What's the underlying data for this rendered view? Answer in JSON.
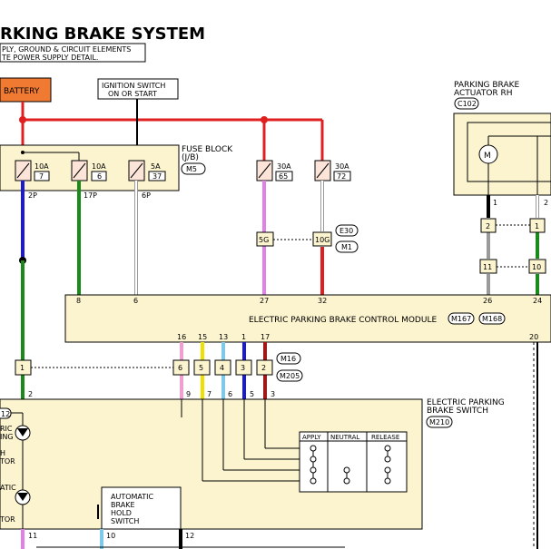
{
  "title": "RKING BRAKE SYSTEM",
  "note_lines": [
    "PLY, GROUND & CIRCUIT ELEMENTS",
    "TE POWER SUPPLY DETAIL."
  ],
  "battery": "BATTERY",
  "ignition_switch": [
    "IGNITION SWITCH",
    "ON OR START"
  ],
  "actuator_rh": {
    "lines": [
      "PARKING BRAKE",
      "ACTUATOR RH"
    ],
    "connector": "C102",
    "motor": "M"
  },
  "fuse_block": {
    "lines": [
      "FUSE BLOCK",
      "(J/B)"
    ],
    "connector": "M5"
  },
  "fuses": [
    {
      "amp": "10A",
      "num": "7",
      "pin": "2P"
    },
    {
      "amp": "10A",
      "num": "6",
      "pin": "17P"
    },
    {
      "amp": "5A",
      "num": "37",
      "pin": "6P"
    },
    {
      "amp": "30A",
      "num": "65"
    },
    {
      "amp": "30A",
      "num": "72"
    }
  ],
  "inline": {
    "left": "5G",
    "right": "10G",
    "conn_a": "E30",
    "conn_b": "M1"
  },
  "actuator_pins": [
    "1",
    "2"
  ],
  "actuator_boxes": [
    "2",
    "1",
    "11",
    "10"
  ],
  "control_module": {
    "label": "ELECTRIC PARKING BRAKE CONTROL MODULE",
    "connectors": [
      "M167",
      "M168"
    ],
    "pins": [
      "8",
      "6",
      "27",
      "32",
      "26",
      "24",
      "20"
    ]
  },
  "switch_top_pins": [
    "16",
    "15",
    "13",
    "1",
    "17"
  ],
  "connector_boxes": [
    "1",
    "6",
    "5",
    "4",
    "3",
    "2"
  ],
  "connectors_mid": [
    "M16",
    "M205"
  ],
  "switch_bottom_pins": [
    "9",
    "7",
    "6",
    "5",
    "3"
  ],
  "pin_2": "2",
  "brake_switch": {
    "lines": [
      "ELECTRIC PARKING",
      "BRAKE SWITCH"
    ],
    "connector": "M210"
  },
  "table_headers": [
    "APPLY",
    "NEUTRAL",
    "RELEASE"
  ],
  "left_partial": {
    "c12": "12",
    "ric": "RIC",
    "ing": "ING",
    "h": "H",
    "tor": "TOR",
    "atic": "ATIC",
    "tor2": "TOR"
  },
  "auto_hold": [
    "AUTOMATIC",
    "BRAKE",
    "HOLD",
    "SWITCH"
  ],
  "bottom_pins": [
    "11",
    "10",
    "12"
  ],
  "colors": {
    "red": "#e02020",
    "blue": "#1a1ad0",
    "green": "#1a8a1a",
    "pink": "#f0a0d0",
    "lightblue": "#7ec8e8",
    "yellow": "#f0e000",
    "darkred": "#a01818",
    "gray": "#9a9a9a",
    "violet": "#e080e8",
    "panel": "#fcf3cf",
    "battery": "#f07a32"
  }
}
